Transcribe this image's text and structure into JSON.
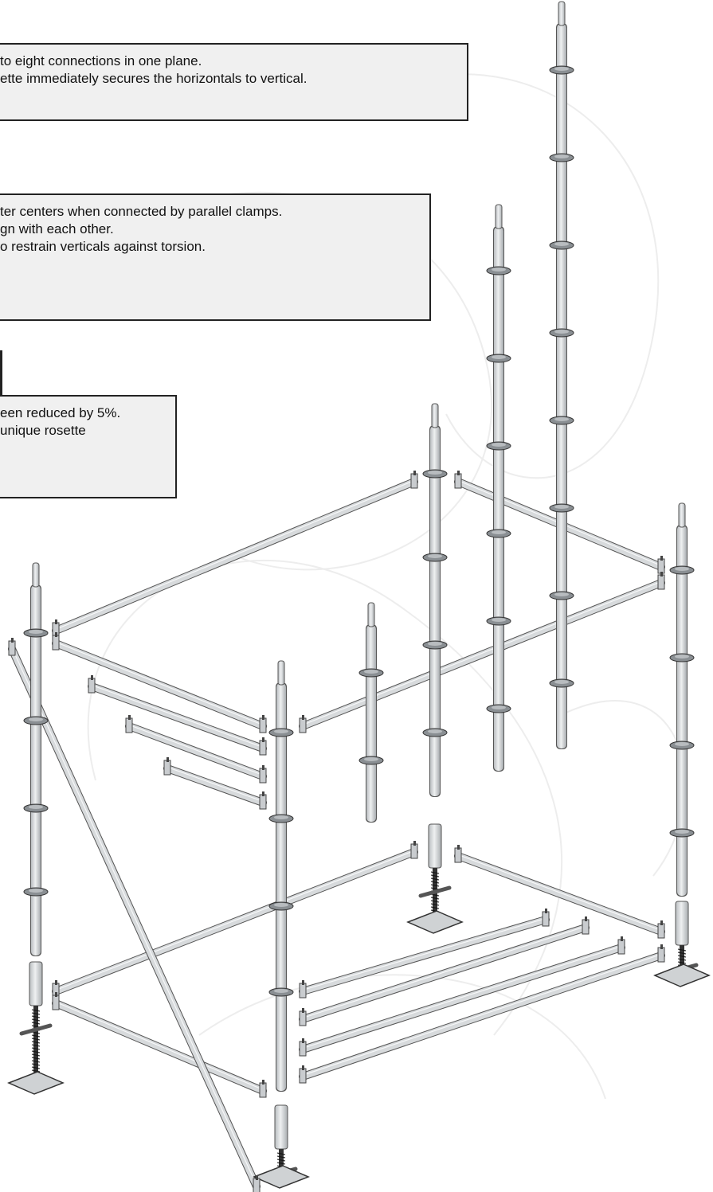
{
  "callouts": [
    {
      "lines": [
        "to eight connections in one plane.",
        "ette immediately secures the horizontals to vertical."
      ]
    },
    {
      "lines": [
        "ter centers when connected by parallel clamps.",
        "gn with each other.",
        "o restrain verticals against torsion."
      ]
    },
    {
      "lines": [
        "een reduced by 5%.",
        "unique rosette"
      ]
    }
  ],
  "colors": {
    "tube_fill": "#d7dadc",
    "tube_stroke": "#555555",
    "rosette": "#8a8f93",
    "base_plate": "#cfd2d4",
    "screw_jack": "#333333",
    "background_swirl": "#ededed"
  },
  "icon_names": [
    "vertical-standard-icon",
    "ledger-icon",
    "diagonal-brace-icon",
    "rosette-icon",
    "base-jack-icon",
    "base-plate-icon"
  ]
}
